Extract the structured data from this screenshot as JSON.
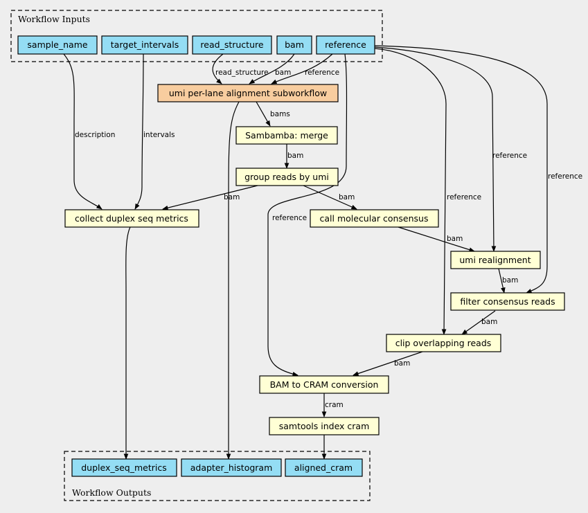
{
  "clusters": {
    "inputs": "Workflow Inputs",
    "outputs": "Workflow Outputs"
  },
  "inputs": {
    "sample_name": "sample_name",
    "target_intervals": "target_intervals",
    "read_structure": "read_structure",
    "bam": "bam",
    "reference": "reference"
  },
  "steps": {
    "umi_subworkflow": "umi per-lane alignment subworkflow",
    "sambamba_merge": "Sambamba: merge",
    "group_reads": "group reads by umi",
    "collect_metrics": "collect duplex seq metrics",
    "call_consensus": "call molecular consensus",
    "umi_realignment": "umi realignment",
    "filter_consensus": "filter consensus reads",
    "clip_overlapping": "clip overlapping reads",
    "bam_to_cram": "BAM to CRAM conversion",
    "samtools_index": "samtools index cram"
  },
  "outputs": {
    "duplex_seq_metrics": "duplex_seq_metrics",
    "adapter_histogram": "adapter_histogram",
    "aligned_cram": "aligned_cram"
  },
  "edge_labels": {
    "read_structure": "read_structure",
    "bam": "bam",
    "reference": "reference",
    "bams": "bams",
    "merge_bam": "bam",
    "description": "description",
    "intervals": "intervals",
    "group_to_metrics_bam": "bam",
    "group_to_consensus_bam": "bam",
    "ref_to_cram": "reference",
    "ref_to_clip": "reference",
    "ref_to_realign": "reference",
    "ref_to_filter": "reference",
    "consensus_bam": "bam",
    "realign_bam": "bam",
    "filter_bam": "bam",
    "clip_bam": "bam",
    "cram": "cram"
  },
  "colors": {
    "io_fill": "#94ddf4",
    "step_fill": "#ffffd5",
    "subworkflow_fill": "#f8cd9f",
    "background": "#eeeeee"
  }
}
